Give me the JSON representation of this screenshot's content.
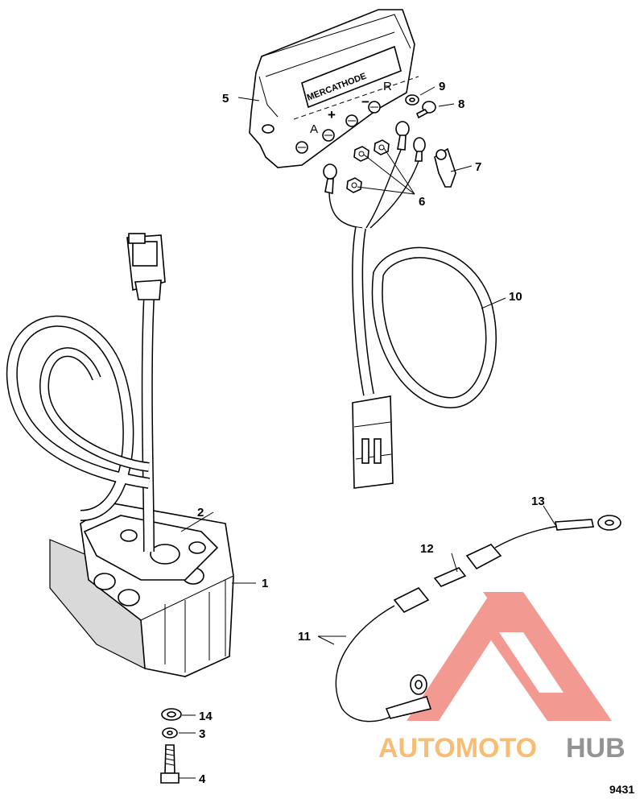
{
  "figure_id": "9431",
  "module_label": "MERCATHODE",
  "terminal_labels": [
    "A",
    "+",
    "−",
    "R"
  ],
  "callouts": [
    {
      "id": "c1",
      "number": "1"
    },
    {
      "id": "c2",
      "number": "2"
    },
    {
      "id": "c3",
      "number": "3"
    },
    {
      "id": "c4",
      "number": "4"
    },
    {
      "id": "c5",
      "number": "5"
    },
    {
      "id": "c6",
      "number": "6"
    },
    {
      "id": "c7",
      "number": "7"
    },
    {
      "id": "c8",
      "number": "8"
    },
    {
      "id": "c9",
      "number": "9"
    },
    {
      "id": "c10",
      "number": "10"
    },
    {
      "id": "c11",
      "number": "11"
    },
    {
      "id": "c12",
      "number": "12"
    },
    {
      "id": "c13",
      "number": "13"
    },
    {
      "id": "c14",
      "number": "14"
    }
  ],
  "watermark": {
    "text_orange": "AUTOMOTO",
    "text_gray": "HUB",
    "color_red": "#e8493a",
    "color_orange": "#f4a23a",
    "color_gray": "#666666"
  }
}
